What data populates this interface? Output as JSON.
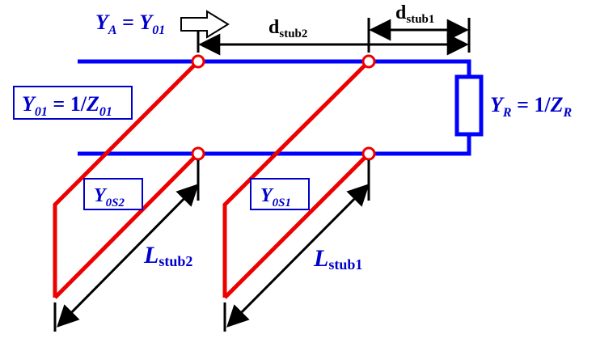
{
  "colors": {
    "line": "#0000ff",
    "stub": "#ee0000",
    "label": "#0000cc",
    "dim": "#000000"
  },
  "labels": {
    "ya": {
      "sym": "Y",
      "sub": "A",
      "eq": " = ",
      "sym2": "Y",
      "sub2": "01"
    },
    "y01": {
      "sym": "Y",
      "sub": "01",
      "eq": " = 1/",
      "sym2": "Z",
      "sub2": "01"
    },
    "yr": {
      "sym": "Y",
      "sub": "R",
      "eq": " = 1/",
      "sym2": "Z",
      "sub2": "R"
    },
    "d_stub2": {
      "main": "d",
      "sub": "stub2"
    },
    "d_stub1": {
      "main": "d",
      "sub": "stub1"
    },
    "l_stub2": {
      "main": "L",
      "sub": "stub2"
    },
    "l_stub1": {
      "main": "L",
      "sub": "stub1"
    },
    "y0s2": {
      "sym": "Y",
      "sub": "0S2"
    },
    "y0s1": {
      "sym": "Y",
      "sub": "0S1"
    }
  },
  "icons": {
    "input_arrow": "hollow-right-arrow-icon",
    "load": "resistor-icon"
  }
}
